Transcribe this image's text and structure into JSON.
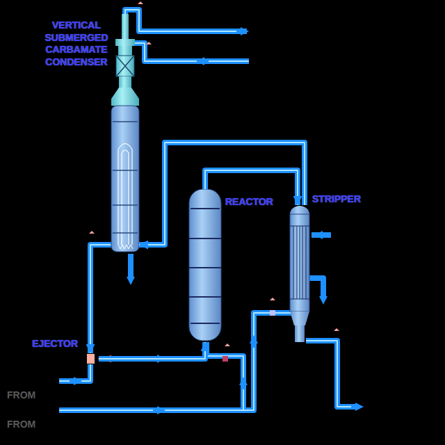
{
  "diagram": {
    "nodes": [
      {
        "text": [
          "VERTICAL SUBMERGED CARBAMATE CONDENSER"
        ]
      },
      {
        "text": [
          "REACTOR"
        ]
      },
      {
        "text": [
          "STRIPPER"
        ]
      },
      {
        "text": [
          "EJECTOR"
        ]
      }
    ],
    "edges": [
      {
        "from": 2,
        "to": 0,
        "arrow": "to"
      },
      {
        "from": 1,
        "to": 2,
        "arrow": "to"
      },
      {
        "from": 0,
        "to": 3,
        "arrow": "to"
      },
      {
        "from": 3,
        "to": 1,
        "arrow": "to"
      }
    ],
    "labels": [
      "FROM",
      "FROM"
    ]
  }
}
